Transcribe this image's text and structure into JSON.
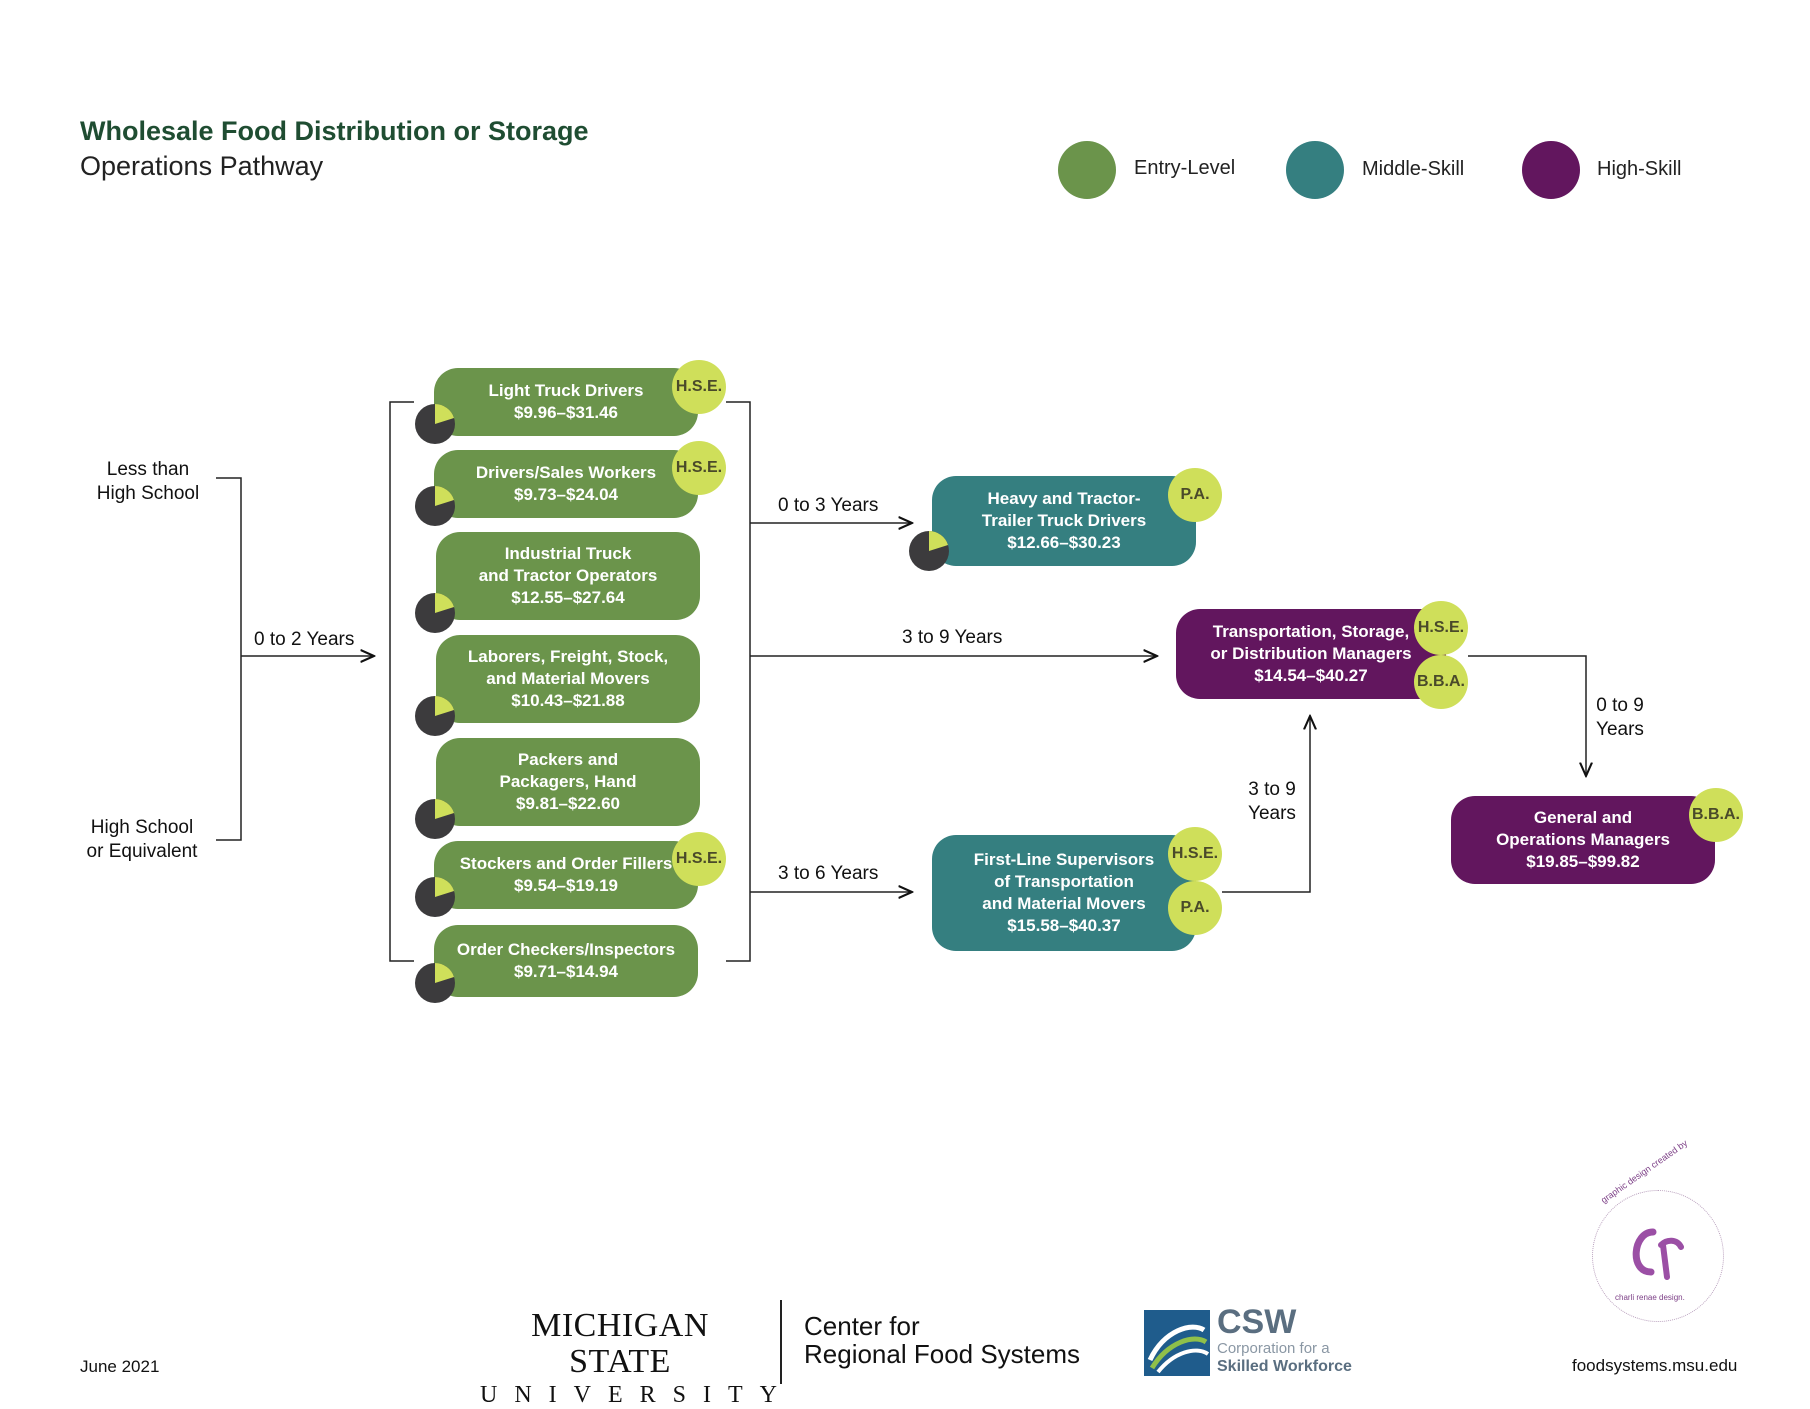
{
  "header": {
    "title": "Wholesale Food Distribution or Storage",
    "subtitle": "Operations Pathway"
  },
  "legend": [
    {
      "label": "Entry-Level",
      "color": "#6b944b"
    },
    {
      "label": "Middle-Skill",
      "color": "#357f80"
    },
    {
      "label": "High-Skill",
      "color": "#62165e"
    }
  ],
  "education": {
    "less_than": [
      "Less than",
      "High School"
    ],
    "high_school": [
      "High School",
      "or Equivalent"
    ]
  },
  "transitions": {
    "t1": "0 to 2 Years",
    "t2": "0 to 3 Years",
    "t3": "3 to 9 Years",
    "t4": "3 to 6 Years",
    "t5": [
      "3 to 9",
      "Years"
    ],
    "t6": [
      "0 to 9",
      "Years"
    ]
  },
  "entry_jobs": [
    {
      "lines": [
        "Light Truck Drivers"
      ],
      "wage": "$9.96–$31.46",
      "badge": "H.S.E."
    },
    {
      "lines": [
        "Drivers/Sales Workers"
      ],
      "wage": "$9.73–$24.04",
      "badge": "H.S.E."
    },
    {
      "lines": [
        "Industrial Truck",
        "and Tractor Operators"
      ],
      "wage": "$12.55–$27.64",
      "badge": ""
    },
    {
      "lines": [
        "Laborers, Freight, Stock,",
        "and Material Movers"
      ],
      "wage": "$10.43–$21.88",
      "badge": ""
    },
    {
      "lines": [
        "Packers and",
        "Packagers, Hand"
      ],
      "wage": "$9.81–$22.60",
      "badge": ""
    },
    {
      "lines": [
        "Stockers and Order Fillers"
      ],
      "wage": "$9.54–$19.19",
      "badge": "H.S.E."
    },
    {
      "lines": [
        "Order Checkers/Inspectors"
      ],
      "wage": "$9.71–$14.94",
      "badge": ""
    }
  ],
  "heavy_truck": {
    "lines": [
      "Heavy and Tractor-",
      "Trailer Truck Drivers"
    ],
    "wage": "$12.66–$30.23",
    "badge": "P.A."
  },
  "supervisors": {
    "lines": [
      "First-Line Supervisors",
      "of Transportation",
      "and Material Movers"
    ],
    "wage": "$15.58–$40.37",
    "badges": [
      "H.S.E.",
      "P.A."
    ]
  },
  "transport_managers": {
    "lines": [
      "Transportation, Storage,",
      "or Distribution Managers"
    ],
    "wage": "$14.54–$40.27",
    "badges": [
      "H.S.E.",
      "B.B.A."
    ]
  },
  "general_managers": {
    "lines": [
      "General and",
      "Operations Managers"
    ],
    "wage": "$19.85–$99.82",
    "badge": "B.B.A."
  },
  "footer": {
    "date": "June 2021",
    "msu_line1": "MICHIGAN STATE",
    "msu_line2": "UNIVERSITY",
    "center_line1": "Center for",
    "center_line2": "Regional Food Systems",
    "csw_short": "CSW",
    "csw_line1": "Corporation for a",
    "csw_line2": "Skilled Workforce",
    "url": "foodsystems.msu.edu",
    "credit_top": "graphic design created by",
    "credit_bottom": "charli renae design."
  }
}
